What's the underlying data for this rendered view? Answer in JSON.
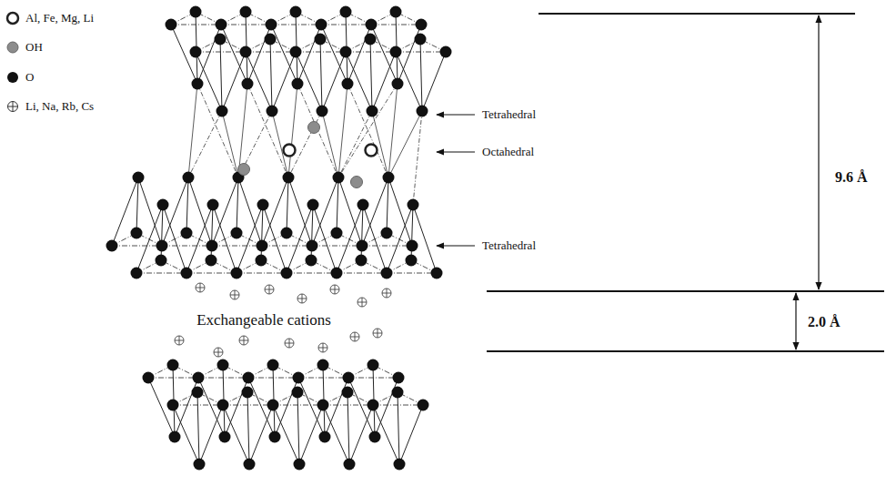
{
  "diagram": {
    "labels": [
      "Tetrahedral",
      "Octahedral",
      "Tetrahedral",
      "Exchangeable cations",
      "9.6 Å",
      "2.0 Å"
    ],
    "legend": [
      {
        "text": "Al, Fe, Mg, Li"
      },
      {
        "text": "OH"
      },
      {
        "text": "O"
      },
      {
        "text": "Li, Na, Rb, Cs"
      }
    ]
  }
}
